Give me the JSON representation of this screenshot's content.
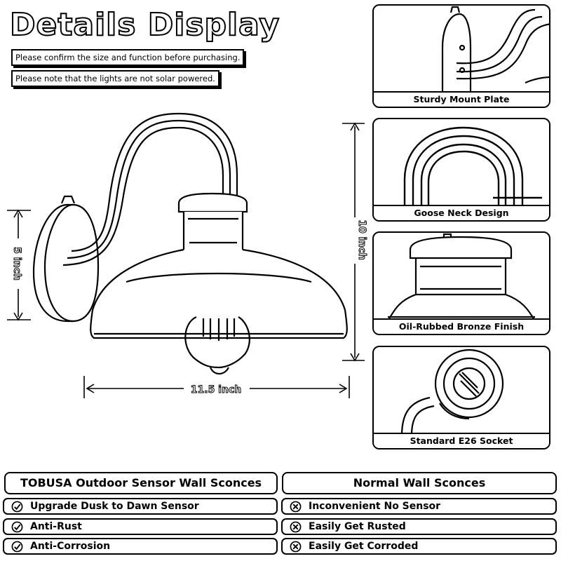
{
  "header": {
    "title": "Details Display",
    "notes": [
      "Please confirm the size and function before purchasing.",
      "Please note that the lights are not solar powered."
    ]
  },
  "dimensions": {
    "width": "11.5 inch",
    "height": "10 inch",
    "plate": "5 inch"
  },
  "detail_panels": [
    {
      "label": "Sturdy Mount Plate",
      "icon": "mount-plate"
    },
    {
      "label": "Goose Neck Design",
      "icon": "goose-neck"
    },
    {
      "label": "Oil-Rubbed Bronze Finish",
      "icon": "lamp-shade"
    },
    {
      "label": "Standard E26 Socket",
      "icon": "e26-socket"
    }
  ],
  "comparison": {
    "left_header": "TOBUSA Outdoor Sensor Wall Sconces",
    "right_header": "Normal Wall Sconces",
    "left_items": [
      {
        "label": "Upgrade Dusk to Dawn Sensor",
        "icon": "check-circle-icon"
      },
      {
        "label": "Anti-Rust",
        "icon": "check-circle-icon"
      },
      {
        "label": "Anti-Corrosion",
        "icon": "check-circle-icon"
      }
    ],
    "right_items": [
      {
        "label": "Inconvenient No Sensor",
        "icon": "cross-circle-icon"
      },
      {
        "label": "Easily Get Rusted",
        "icon": "cross-circle-icon"
      },
      {
        "label": "Easily Get Corroded",
        "icon": "cross-circle-icon"
      }
    ]
  },
  "colors": {
    "ink": "#000000",
    "paper": "#ffffff"
  }
}
